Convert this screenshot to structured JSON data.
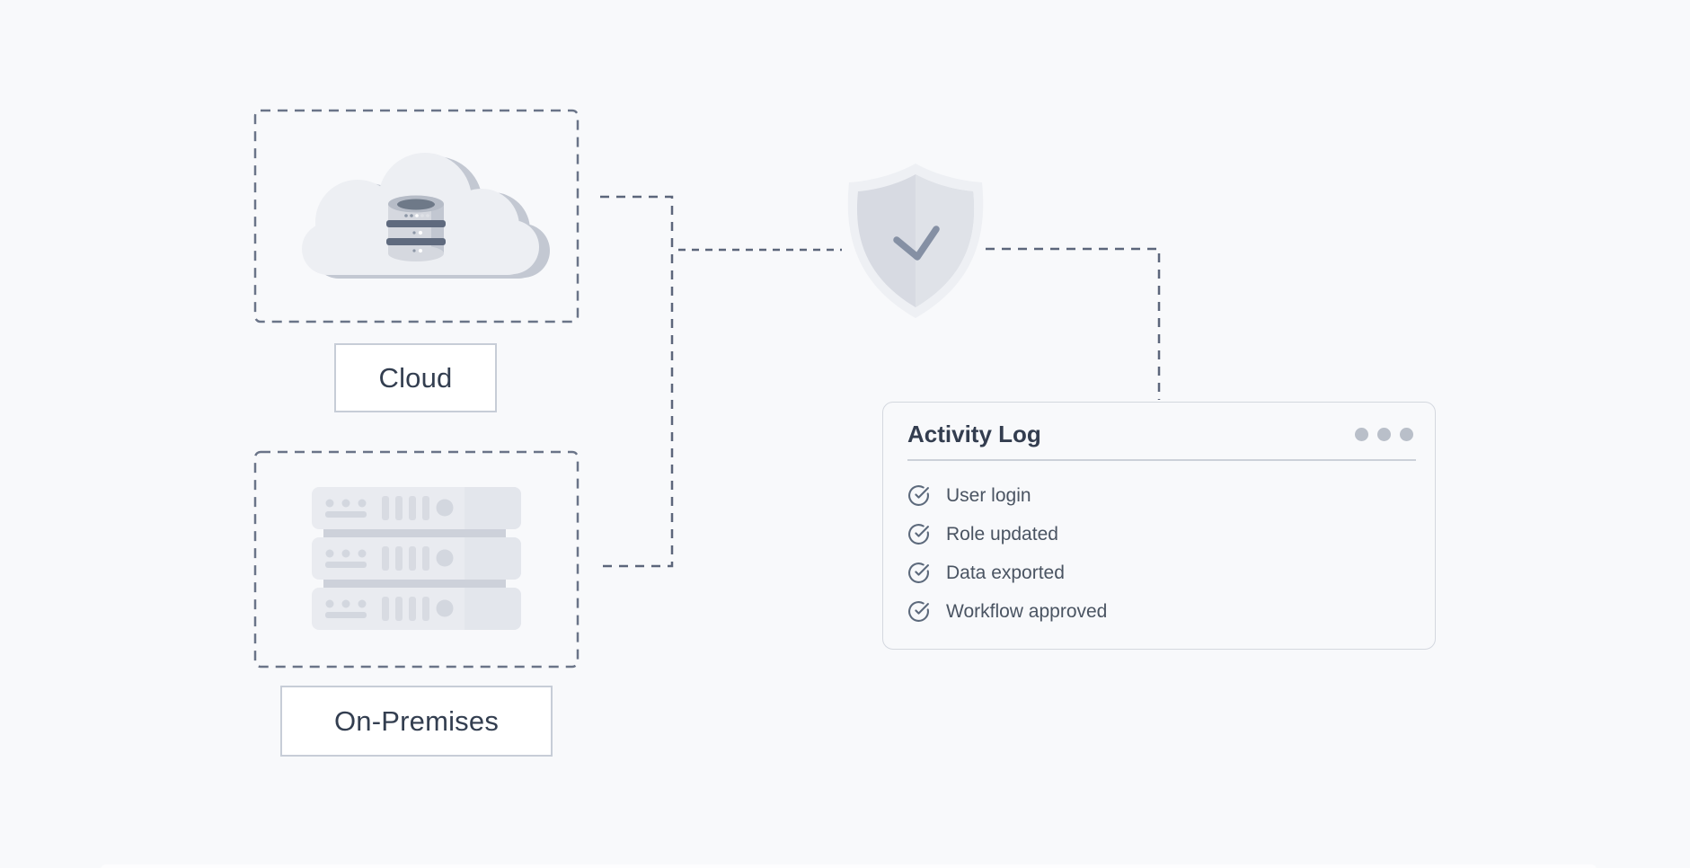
{
  "page": {
    "background": "#f8f9fb"
  },
  "diagram": {
    "nodes": [
      {
        "id": "cloud",
        "label": "Cloud",
        "icon": "cloud-database-icon"
      },
      {
        "id": "on-premises",
        "label": "On-Premises",
        "icon": "server-stack-icon"
      }
    ],
    "hub": {
      "icon": "shield-check-icon"
    },
    "connector_style": "dashed"
  },
  "activity_log": {
    "title": "Activity Log",
    "menu_icon": "ellipsis-dots-icon",
    "entries": [
      {
        "icon": "check-circle-icon",
        "label": "User login"
      },
      {
        "icon": "check-circle-icon",
        "label": "Role updated"
      },
      {
        "icon": "check-circle-icon",
        "label": "Data exported"
      },
      {
        "icon": "check-circle-icon",
        "label": "Workflow approved"
      }
    ]
  },
  "colors": {
    "background": "#f8f9fb",
    "zone_dash": "#6a7488",
    "connector_dash": "#5c667b",
    "node_label_text": "#333e50",
    "node_label_border": "#c7cdd7",
    "panel_border": "#d4d8df",
    "panel_title": "#333d4f",
    "entry_text": "#4a5462",
    "entry_icon": "#5d6a7c",
    "menu_dots": "#b9bfc9",
    "shield_body": "#d7dae2",
    "shield_check": "#8590a4",
    "cloud_fill": "#edeff3",
    "cloud_shadow": "#c3c8d2",
    "server_fill": "#e9ebf0"
  }
}
